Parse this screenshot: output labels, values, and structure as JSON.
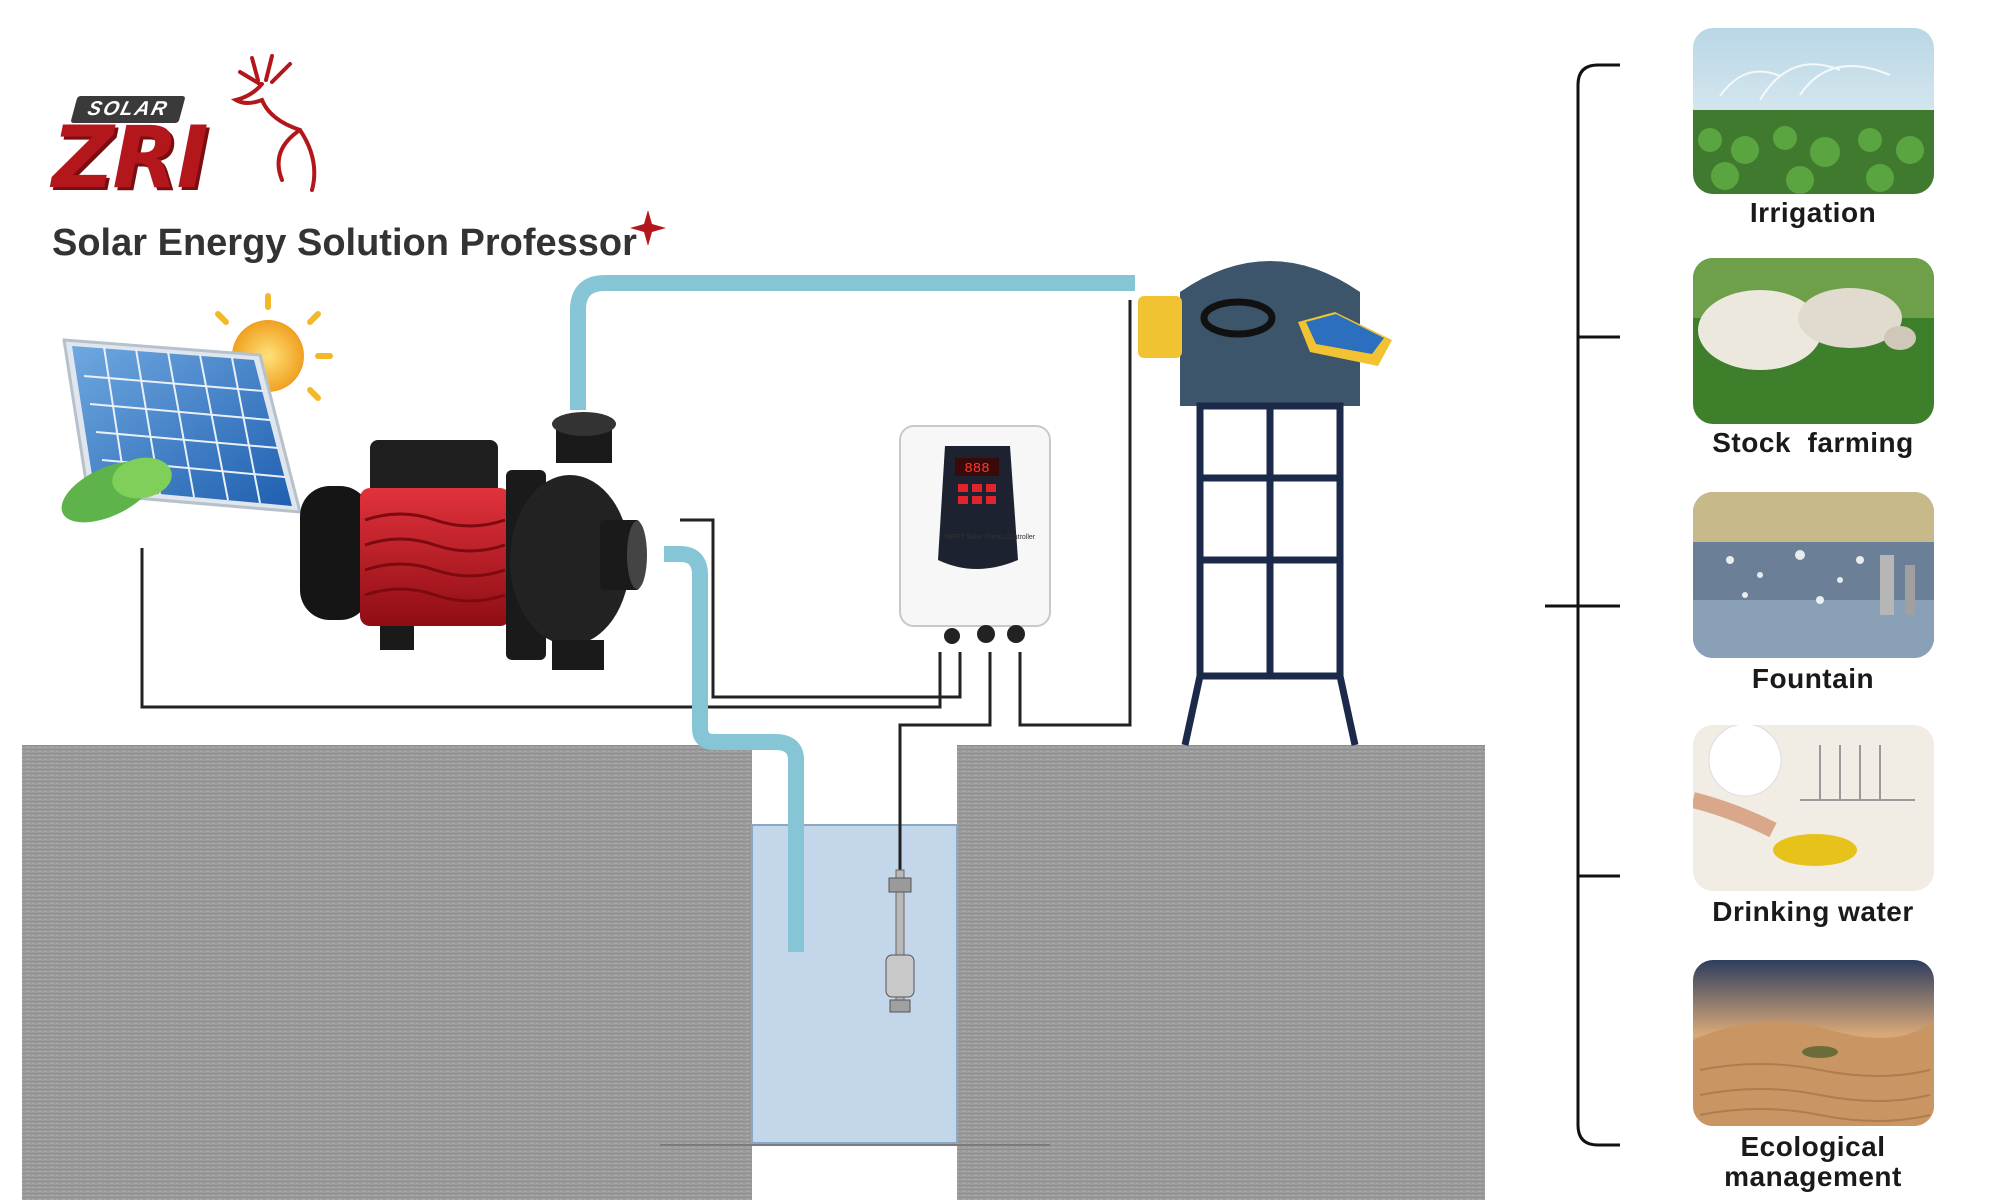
{
  "logo": {
    "badge": "SOLAR",
    "brand": "ZRI"
  },
  "tagline": "Solar Energy Solution Professor",
  "controller": {
    "label": "MPPT Solar Pump Controller"
  },
  "applications": [
    {
      "label": "Irrigation",
      "icon": "irrigation-photo"
    },
    {
      "label": "Stock  farming",
      "icon": "sheep-grazing-photo"
    },
    {
      "label": "Fountain",
      "icon": "fountain-photo"
    },
    {
      "label": "Drinking water",
      "icon": "kitchen-sink-photo"
    },
    {
      "label": "Ecological\nmanagement",
      "icon": "desert-photo"
    }
  ],
  "colors": {
    "pipe": "#86c5d6",
    "wire": "#222222",
    "ground": "#9a9a9a",
    "well_water": "#c4d6ea",
    "pump_red": "#c01620",
    "tank": "#3d556a",
    "tower": "#1b2a4a",
    "brand_red": "#b3171c"
  }
}
